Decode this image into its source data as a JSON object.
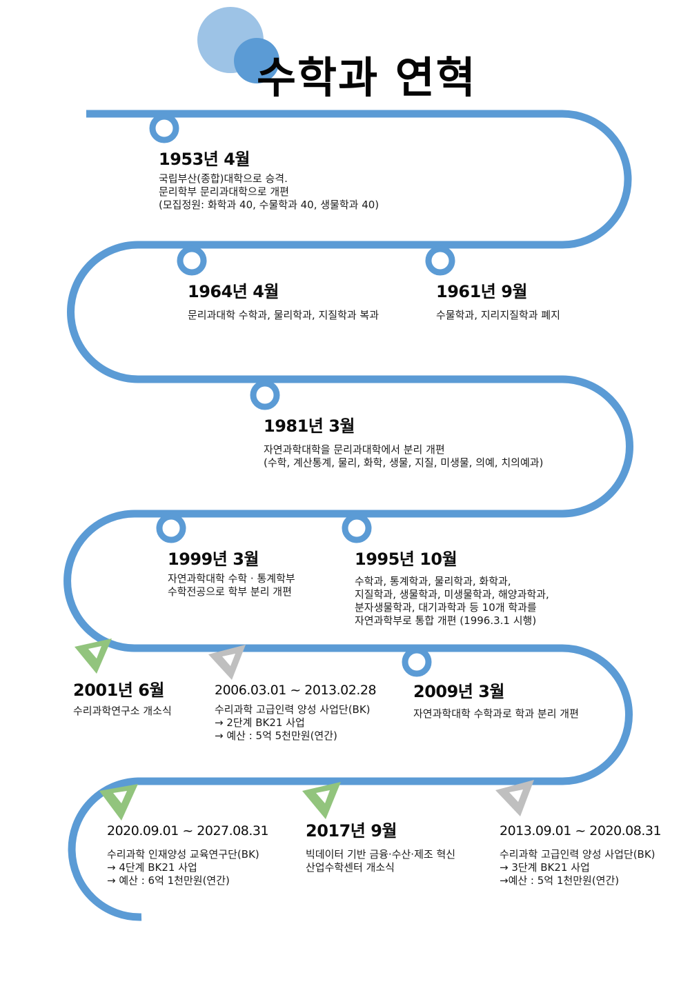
{
  "title": "수학과 연혁",
  "colors": {
    "path": "#5b9bd5",
    "circle_light": "#9dc3e6",
    "circle_dark": "#5b9bd5",
    "marker_green": "#92c47d",
    "marker_gray": "#bfbfbf",
    "text": "#111111"
  },
  "events": [
    {
      "date": "1953년 4월",
      "marker": "circle",
      "lines": [
        "국립부산(종합)대학으로 승격.",
        "문리학부 문리과대학으로 개편",
        "(모집정원: 화학과 40, 수물학과 40, 생물학과 40)"
      ]
    },
    {
      "date": "1964년 4월",
      "marker": "circle",
      "lines": [
        "문리과대학 수학과, 물리학과, 지질학과 복과"
      ]
    },
    {
      "date": "1961년 9월",
      "marker": "circle",
      "lines": [
        "수물학과, 지리지질학과 폐지"
      ]
    },
    {
      "date": "1981년 3월",
      "marker": "circle",
      "lines": [
        "자연과학대학을 문리과대학에서 분리 개편",
        "(수학, 계산통계, 물리, 화학, 생물, 지질, 미생물, 의예, 치의예과)"
      ]
    },
    {
      "date": "1999년 3월",
      "marker": "circle",
      "lines": [
        "자연과학대학 수학 · 통계학부",
        "수학전공으로 학부 분리 개편"
      ]
    },
    {
      "date": "1995년 10월",
      "marker": "circle",
      "lines": [
        "수학과, 통계학과, 물리학과, 화학과,",
        "지질학과, 생물학과, 미생물학과, 해양과학과,",
        "분자생물학과, 대기과학과 등 10개 학과를",
        "자연과학부로 통합 개편   (1996.3.1 시행)"
      ]
    },
    {
      "date": "2001년 6월",
      "marker": "triangle-green",
      "lines": [
        "수리과학연구소  개소식"
      ]
    },
    {
      "date": "2006.03.01 ~ 2013.02.28",
      "marker": "triangle-gray",
      "lines": [
        "수리과학 고급인력 양성 사업단(BK)",
        "→ 2단계 BK21 사업",
        "→  예산 : 5억 5천만원(연간)"
      ]
    },
    {
      "date": "2009년 3월",
      "marker": "circle",
      "lines": [
        "자연과학대학 수학과로 학과 분리 개편"
      ]
    },
    {
      "date": "2020.09.01 ~ 2027.08.31",
      "marker": "triangle-green",
      "lines": [
        "수리과학 인재양성 교육연구단(BK)",
        "→ 4단계 BK21 사업",
        "→ 예산 : 6억 1천만원(연간)"
      ]
    },
    {
      "date": "2017년 9월",
      "marker": "triangle-green",
      "lines": [
        "빅데이터 기반 금융·수산·제조 혁신",
        "산업수학센터 개소식"
      ]
    },
    {
      "date": "2013.09.01 ~ 2020.08.31",
      "marker": "triangle-gray",
      "lines": [
        "수리과학 고급인력 양성 사업단(BK)",
        "→ 3단계 BK21 사업",
        "→예산 : 5억 1천만원(연간)"
      ]
    }
  ]
}
